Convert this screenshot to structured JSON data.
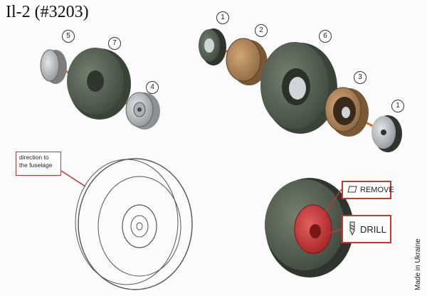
{
  "title": "Il-2 (#3203)",
  "callouts": {
    "part5": "5",
    "part7": "7",
    "part4": "4",
    "part1a": "1",
    "part2": "2",
    "part6": "6",
    "part3": "3",
    "part1b": "1"
  },
  "labels": {
    "direction_to_fuselage": "direction to the fuselage",
    "remove": "REMOVE",
    "drill": "DRILL",
    "made_in": "Made in Ukraine"
  },
  "icons": {
    "remove_icon": "rectangle-outline-icon",
    "drill_icon": "drill-bit-icon"
  },
  "colors": {
    "axle_line": "#e36a2c",
    "highlight": "#c0392b",
    "tire": "#5b6657",
    "hub_metal": "#b8bec1",
    "resin_tan": "#b5895c"
  }
}
